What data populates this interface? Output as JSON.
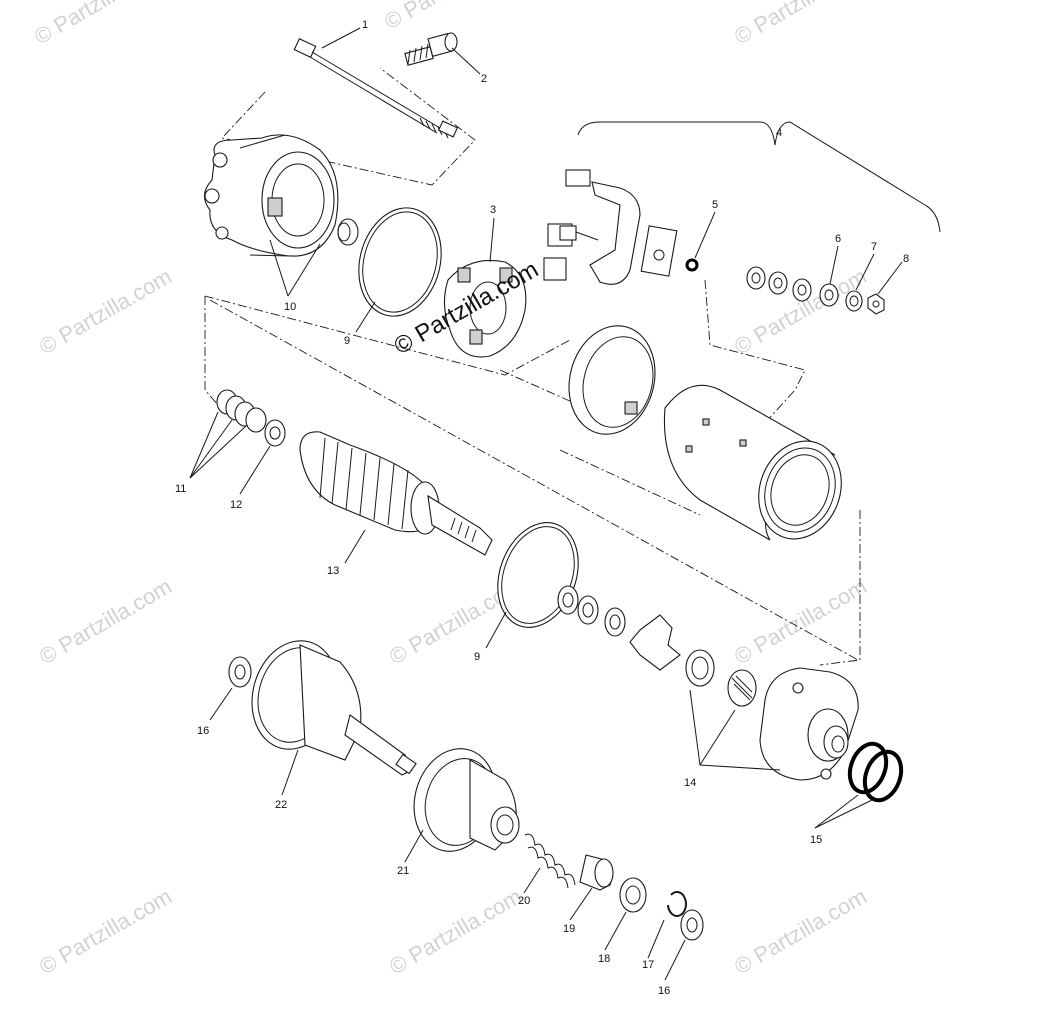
{
  "watermarks": [
    "© Partzilla.com",
    "© Partzilla.com",
    "© Partzilla.com",
    "© Partzilla.com",
    "© Partzilla.com",
    "© Partzilla.com",
    "© Partzilla.com",
    "© Partzilla.com",
    "© Partzilla.com"
  ],
  "center_watermark": "© Partzilla.com",
  "callouts": {
    "c1": "1",
    "c2": "2",
    "c3": "3",
    "c4": "4",
    "c5": "5",
    "c6": "6",
    "c7": "7",
    "c8": "8",
    "c9a": "9",
    "c9b": "9",
    "c10": "10",
    "c11": "11",
    "c12": "12",
    "c13": "13",
    "c14": "14",
    "c15": "15",
    "c16a": "16",
    "c16b": "16",
    "c17": "17",
    "c18": "18",
    "c19": "19",
    "c20": "20",
    "c21": "21",
    "c22": "22"
  }
}
